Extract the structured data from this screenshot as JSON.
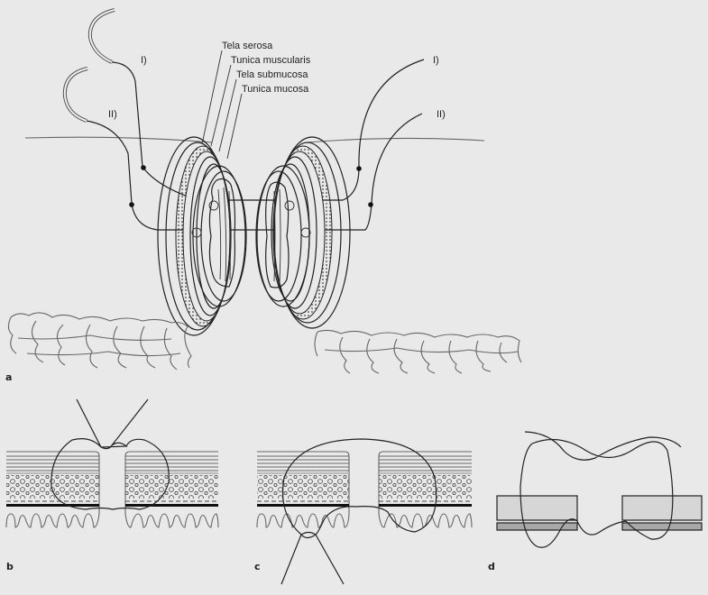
{
  "figure": {
    "panel_a": {
      "panel_label": "a",
      "layer_labels": [
        "Tela serosa",
        "Tunica muscularis",
        "Tela submucosa",
        "Tunica mucosa"
      ],
      "suture_labels": {
        "left_I": "I)",
        "left_II": "II)",
        "right_I": "I)",
        "right_II": "II)"
      }
    },
    "panel_b": {
      "panel_label": "b"
    },
    "panel_c": {
      "panel_label": "c"
    },
    "panel_d": {
      "panel_label": "d"
    }
  },
  "colors": {
    "background": "#e9e9e9",
    "line": "#222222",
    "block_light": "#d6d6d6",
    "block_dark": "#a8a8a8"
  }
}
